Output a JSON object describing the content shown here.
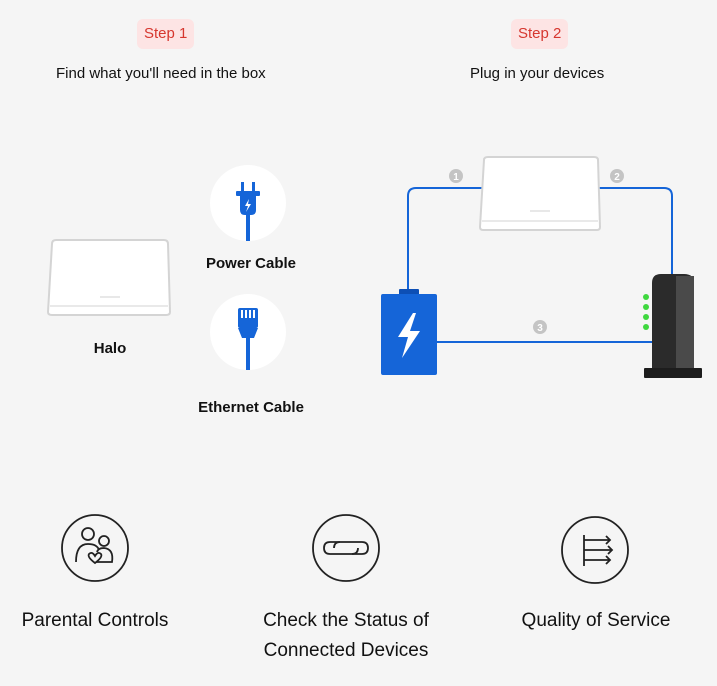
{
  "step1": {
    "badge": "Step 1",
    "title": "Find what you'll need in the box"
  },
  "step2": {
    "badge": "Step 2",
    "title": "Plug in your devices"
  },
  "items": {
    "halo": "Halo",
    "power": "Power Cable",
    "ethernet": "Ethernet Cable"
  },
  "diagram": {
    "markers": [
      "1",
      "2",
      "3"
    ]
  },
  "features": [
    {
      "label": "Parental Controls",
      "icon": "family-icon"
    },
    {
      "label": "Check the Status of Connected Devices",
      "icon": "link-icon"
    },
    {
      "label": "Quality of Service",
      "icon": "qos-arrows-icon"
    }
  ],
  "colors": {
    "accent": "#1565d8",
    "badge_bg": "#fde4e4",
    "badge_text": "#d6372f",
    "led": "#3fd83f"
  }
}
